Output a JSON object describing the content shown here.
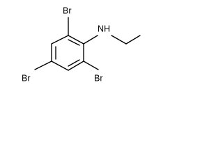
{
  "structure": {
    "atoms": {
      "br_top": "Br",
      "nh": "NH",
      "br_left": "Br",
      "br_right": "Br"
    }
  },
  "colors": {
    "background": "#ffffff",
    "ink": "#000000"
  }
}
